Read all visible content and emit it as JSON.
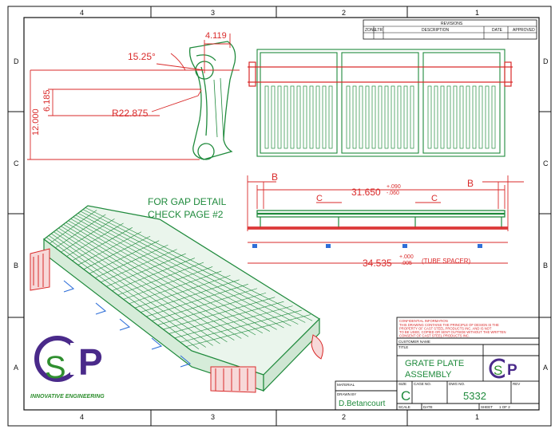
{
  "colors": {
    "dim_red": "#d92a2a",
    "part_green": "#1f8a3c",
    "spacer_blue": "#2f6fd8",
    "frame_black": "#111111",
    "logo_purple": "#4a2a8a",
    "logo_green": "#2f8f2f"
  },
  "zones": {
    "cols_top": [
      "4",
      "3",
      "2",
      "1"
    ],
    "cols_bottom": [
      "4",
      "3",
      "2",
      "1"
    ],
    "rows_left": [
      "D",
      "C",
      "B",
      "A"
    ],
    "rows_right": [
      "D",
      "C",
      "B",
      "A"
    ]
  },
  "revisions": {
    "title": "REVISIONS",
    "col_zone": "ZONE",
    "col_ltr": "LTR",
    "col_description": "DESCRIPTION",
    "col_date": "DATE",
    "col_approved": "APPROVED"
  },
  "dims": {
    "angle": "15.25°",
    "d1": "4.119",
    "d2": "6.185",
    "d3": "12.000",
    "radius": "R22.875",
    "B_left": "B",
    "B_right": "B",
    "C_left": "C",
    "C_right": "C",
    "length_top": "31.650",
    "tol_top_plus": "+.090",
    "tol_top_minus": "-.060",
    "length_bottom": "34.535",
    "tol_bot_plus": "+.000",
    "tol_bot_minus": "-.005",
    "tube_note": "(TUBE SPACER)"
  },
  "notes": {
    "gap_line1": "FOR GAP DETAIL",
    "gap_line2": "CHECK PAGE #2"
  },
  "logo": {
    "letters_main": "CSP",
    "tagline": "INNOVATIVE ENGINEERING"
  },
  "title_block": {
    "confidential_title": "CONFIDENTIAL INFORMATION",
    "confidential_lines": [
      "THIS DRAWING CONTAINS THE PRINCIPLE OF DESIGN IS THE",
      "PROPERTY OF CAST STEEL PRODUCTS INC. AND IS NOT",
      "TO BE USED, COPIED OR SENT OUTSIDE WITHOUT THE WRITTEN",
      "CONSENT OF CAST STEEL PRODUCTS INC."
    ],
    "customer_label": "CUSTOMER NAME",
    "title_label": "TITLE",
    "title_line1": "GRATE PLATE",
    "title_line2": "ASSEMBLY",
    "material_label": "MATERIAL",
    "drawn_by_label": "DRAWN BY",
    "drawn_by": "D.Betancourt",
    "size_label": "SIZE",
    "size": "C",
    "cage_label": "CAGE NO.",
    "dwg_label": "DWG NO.",
    "dwg_no": "5332",
    "rev_label": "REV",
    "scale_label": "SCALE",
    "date_label": "DATE",
    "sheet_label": "SHEET",
    "sheet_value": "1 OF 2"
  }
}
